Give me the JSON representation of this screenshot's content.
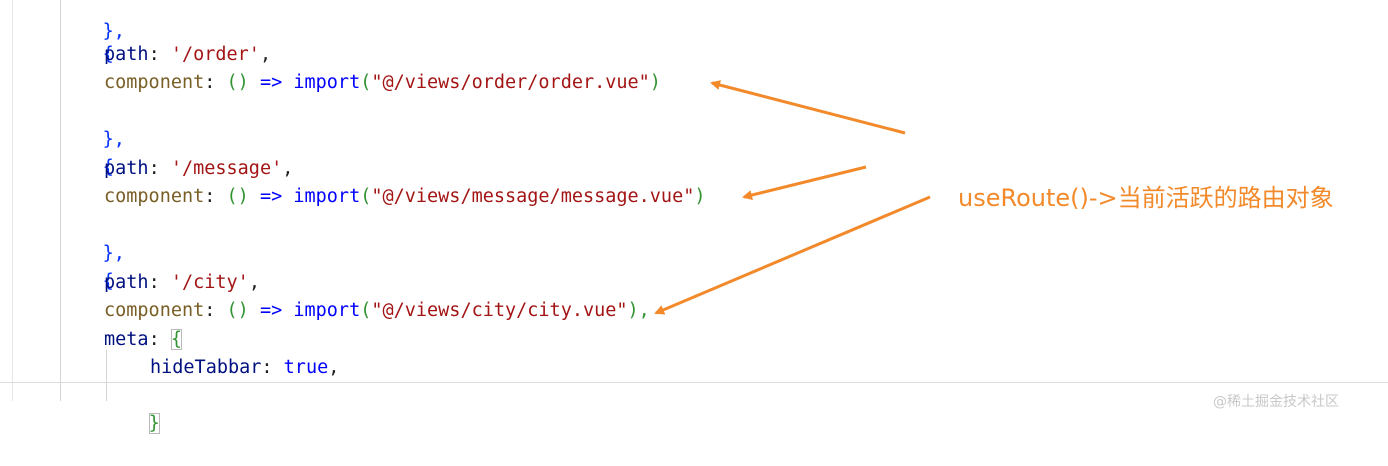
{
  "code_lines": {
    "l0": {
      "text": "},",
      "color": "#0431fa"
    },
    "l1": {
      "brace": "{"
    },
    "l2": {
      "key": "path",
      "colon": ": ",
      "value": "'/order'",
      "end": ","
    },
    "l3": {
      "key": "component",
      "colon": ": ",
      "paren": "()",
      "arrow": " => ",
      "kw": "import",
      "open": "(",
      "value": "\"@/views/order/order.vue\"",
      "close": ")"
    },
    "l4": {
      "text": "},"
    },
    "l5": {
      "brace": "{"
    },
    "l6": {
      "key": "path",
      "colon": ": ",
      "value": "'/message'",
      "end": ","
    },
    "l7": {
      "key": "component",
      "colon": ": ",
      "paren": "()",
      "arrow": " => ",
      "kw": "import",
      "open": "(",
      "value": "\"@/views/message/message.vue\"",
      "close": ")"
    },
    "l8": {
      "text": "},"
    },
    "l9": {
      "brace": "{"
    },
    "l10": {
      "key": "path",
      "colon": ": ",
      "value": "'/city'",
      "end": ","
    },
    "l11": {
      "key": "component",
      "colon": ": ",
      "paren": "()",
      "arrow": " => ",
      "kw": "import",
      "open": "(",
      "value": "\"@/views/city/city.vue\"",
      "close": "),",
      "cursor_note": ""
    },
    "l12": {
      "key": "meta",
      "colon": ": ",
      "brace": "{"
    },
    "l13": {
      "key": "hideTabbar",
      "colon": ": ",
      "value": "true",
      "end": ","
    },
    "l14": {
      "text": "}"
    }
  },
  "annotation": {
    "text": "useRoute()->当前活跃的路由对象",
    "color": "#f28a2b"
  },
  "watermark": {
    "text": "@稀土掘金技术社区"
  },
  "colors": {
    "brace": "#0431fa",
    "key": "#001080",
    "string": "#a31515",
    "function": "#795e26",
    "keyword": "#0000ff",
    "paren": "#319331",
    "arrow_annotation": "#f28a2b"
  }
}
